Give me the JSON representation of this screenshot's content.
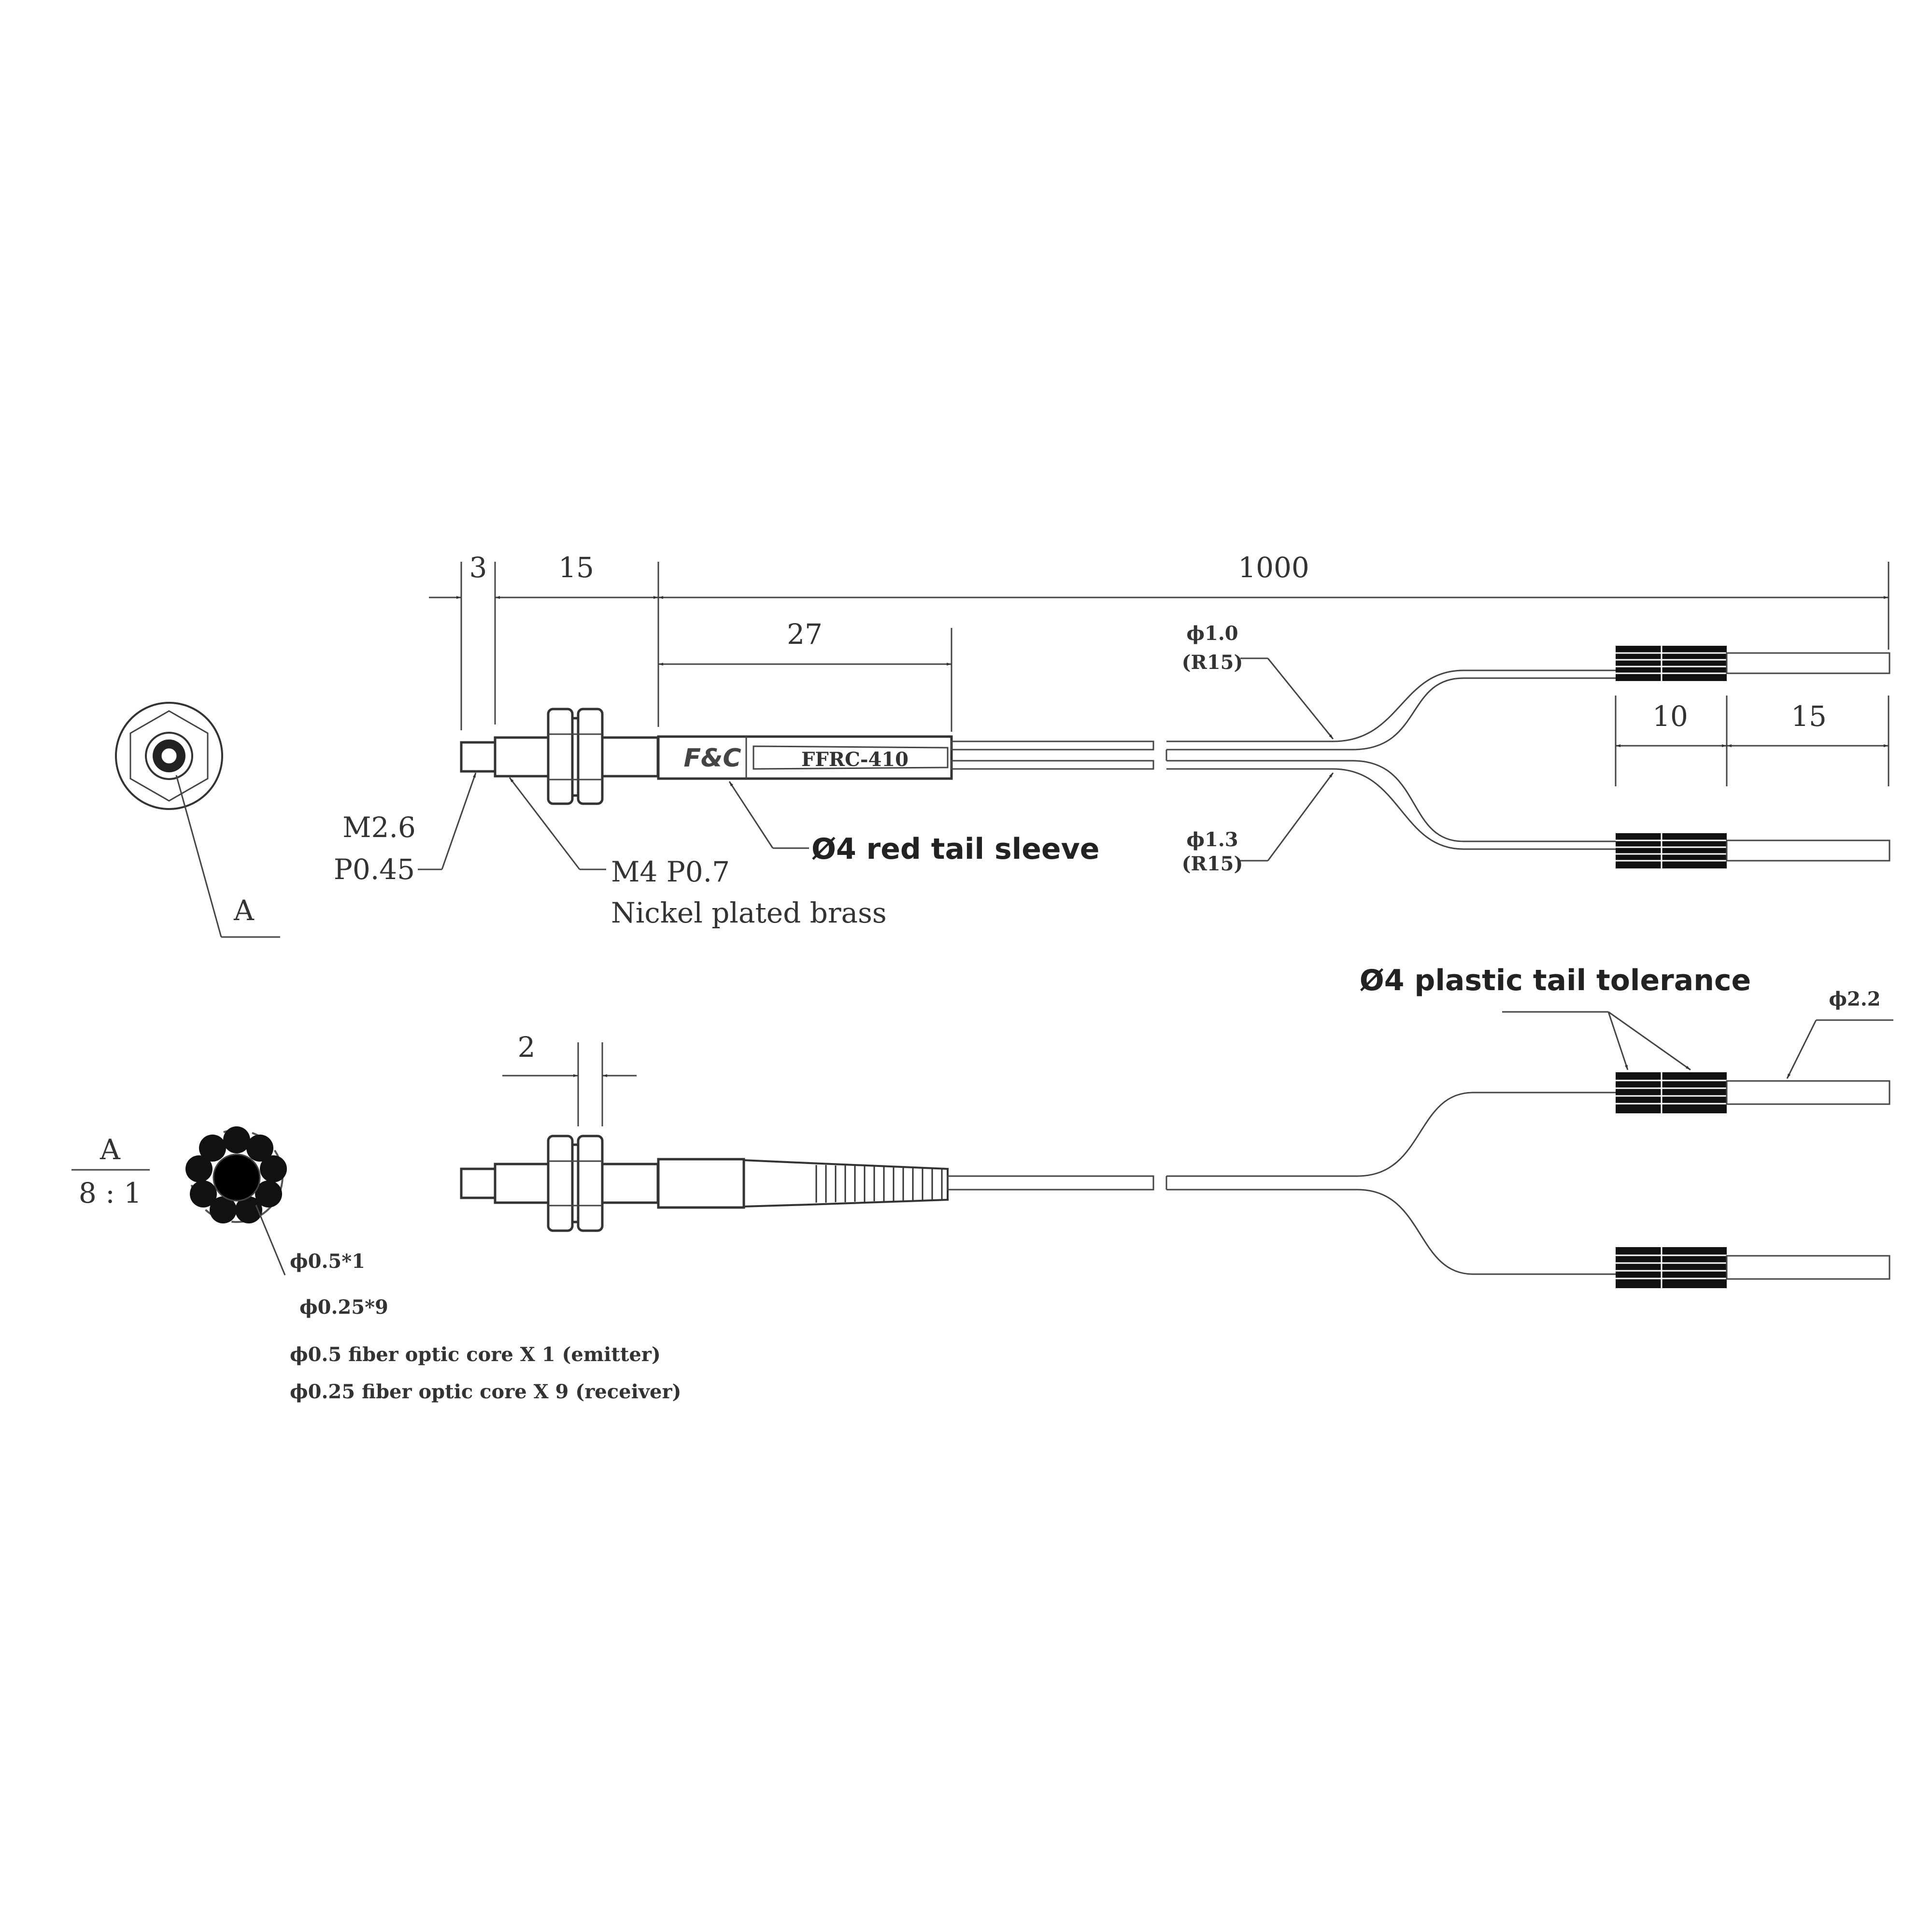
{
  "top_view": {
    "dim_tip": "3",
    "dim_thread": "15",
    "dim_sleeve": "27",
    "dim_total": "1000",
    "dim_clamp": "10",
    "dim_tip_end": "15",
    "label_upper_fiber": "ϕ1.0",
    "label_upper_fiber_radius": "(R15)",
    "label_lower_fiber": "ϕ1.3",
    "label_lower_fiber_radius": "(R15)",
    "label_tip_thread": [
      "M2.6",
      "P0.45"
    ],
    "label_body_thread": [
      "M4 P0.7",
      "Nickel plated brass"
    ],
    "label_sleeve": "Ø4 red tail sleeve",
    "brand": "F&C",
    "model": "FFRC-410",
    "view_marker": "A"
  },
  "bottom_view": {
    "dim_nut": "2",
    "label_plastic_tail": "Ø4 plastic tail tolerance",
    "label_tip_diameter": "ϕ2.2"
  },
  "detail": {
    "title": "A",
    "scale": "8 : 1",
    "label_core": "ϕ0.5*1",
    "label_fibers": "ϕ0.25*9",
    "notes": [
      "ϕ0.5  fiber optic core X 1 (emitter)",
      "ϕ0.25 fiber optic core X 9 (receiver)"
    ]
  }
}
